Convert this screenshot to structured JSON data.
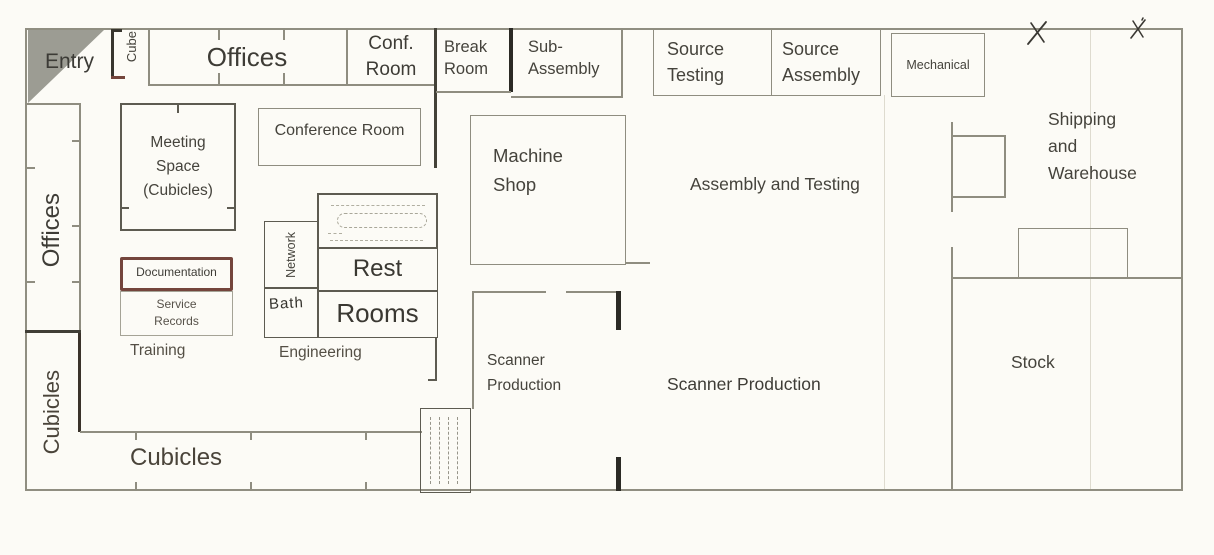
{
  "colors": {
    "paper": "#fcfbf6",
    "wall_light": "#8f8d80",
    "wall_medium": "#5d5b51",
    "wall_dark": "#38362f",
    "text": "#45433c",
    "documentation_border": "#74453c",
    "entry_fill": "#9c9c93"
  },
  "rooms": {
    "entry": {
      "label": "Entry"
    },
    "cube": {
      "label": "Cube"
    },
    "offices_top": {
      "label": "Offices"
    },
    "conf_room": {
      "label": "Conf.\nRoom"
    },
    "break_room": {
      "label": "Break\nRoom"
    },
    "sub_assembly": {
      "label": "Sub-\nAssembly"
    },
    "source_testing": {
      "label": "Source\nTesting"
    },
    "source_assembly": {
      "label": "Source\nAssembly"
    },
    "mechanical": {
      "label": "Mechanical"
    },
    "shipping_warehouse": {
      "label": "Shipping\nand\nWarehouse"
    },
    "conference_room": {
      "label": "Conference Room"
    },
    "meeting_space": {
      "label": "Meeting\nSpace\n(Cubicles)"
    },
    "machine_shop": {
      "label": "Machine\nShop"
    },
    "assembly_testing": {
      "label": "Assembly and Testing"
    },
    "offices_left": {
      "label": "Offices"
    },
    "documentation": {
      "label": "Documentation"
    },
    "service_records": {
      "label": "Service\nRecords"
    },
    "training": {
      "label": "Training"
    },
    "network": {
      "label": "Network"
    },
    "bath": {
      "label": "Bath"
    },
    "rest_rooms": {
      "top": "Rest",
      "bottom": "Rooms"
    },
    "engineering": {
      "label": "Engineering"
    },
    "cubicles_left": {
      "label": "Cubicles"
    },
    "cubicles_bottom": {
      "label": "Cubicles"
    },
    "scanner_production_west": {
      "label": "Scanner\nProduction"
    },
    "scanner_production_main": {
      "label": "Scanner Production"
    },
    "stock": {
      "label": "Stock"
    }
  },
  "annotations": {
    "x_marks": [
      "✗",
      "✗"
    ]
  }
}
